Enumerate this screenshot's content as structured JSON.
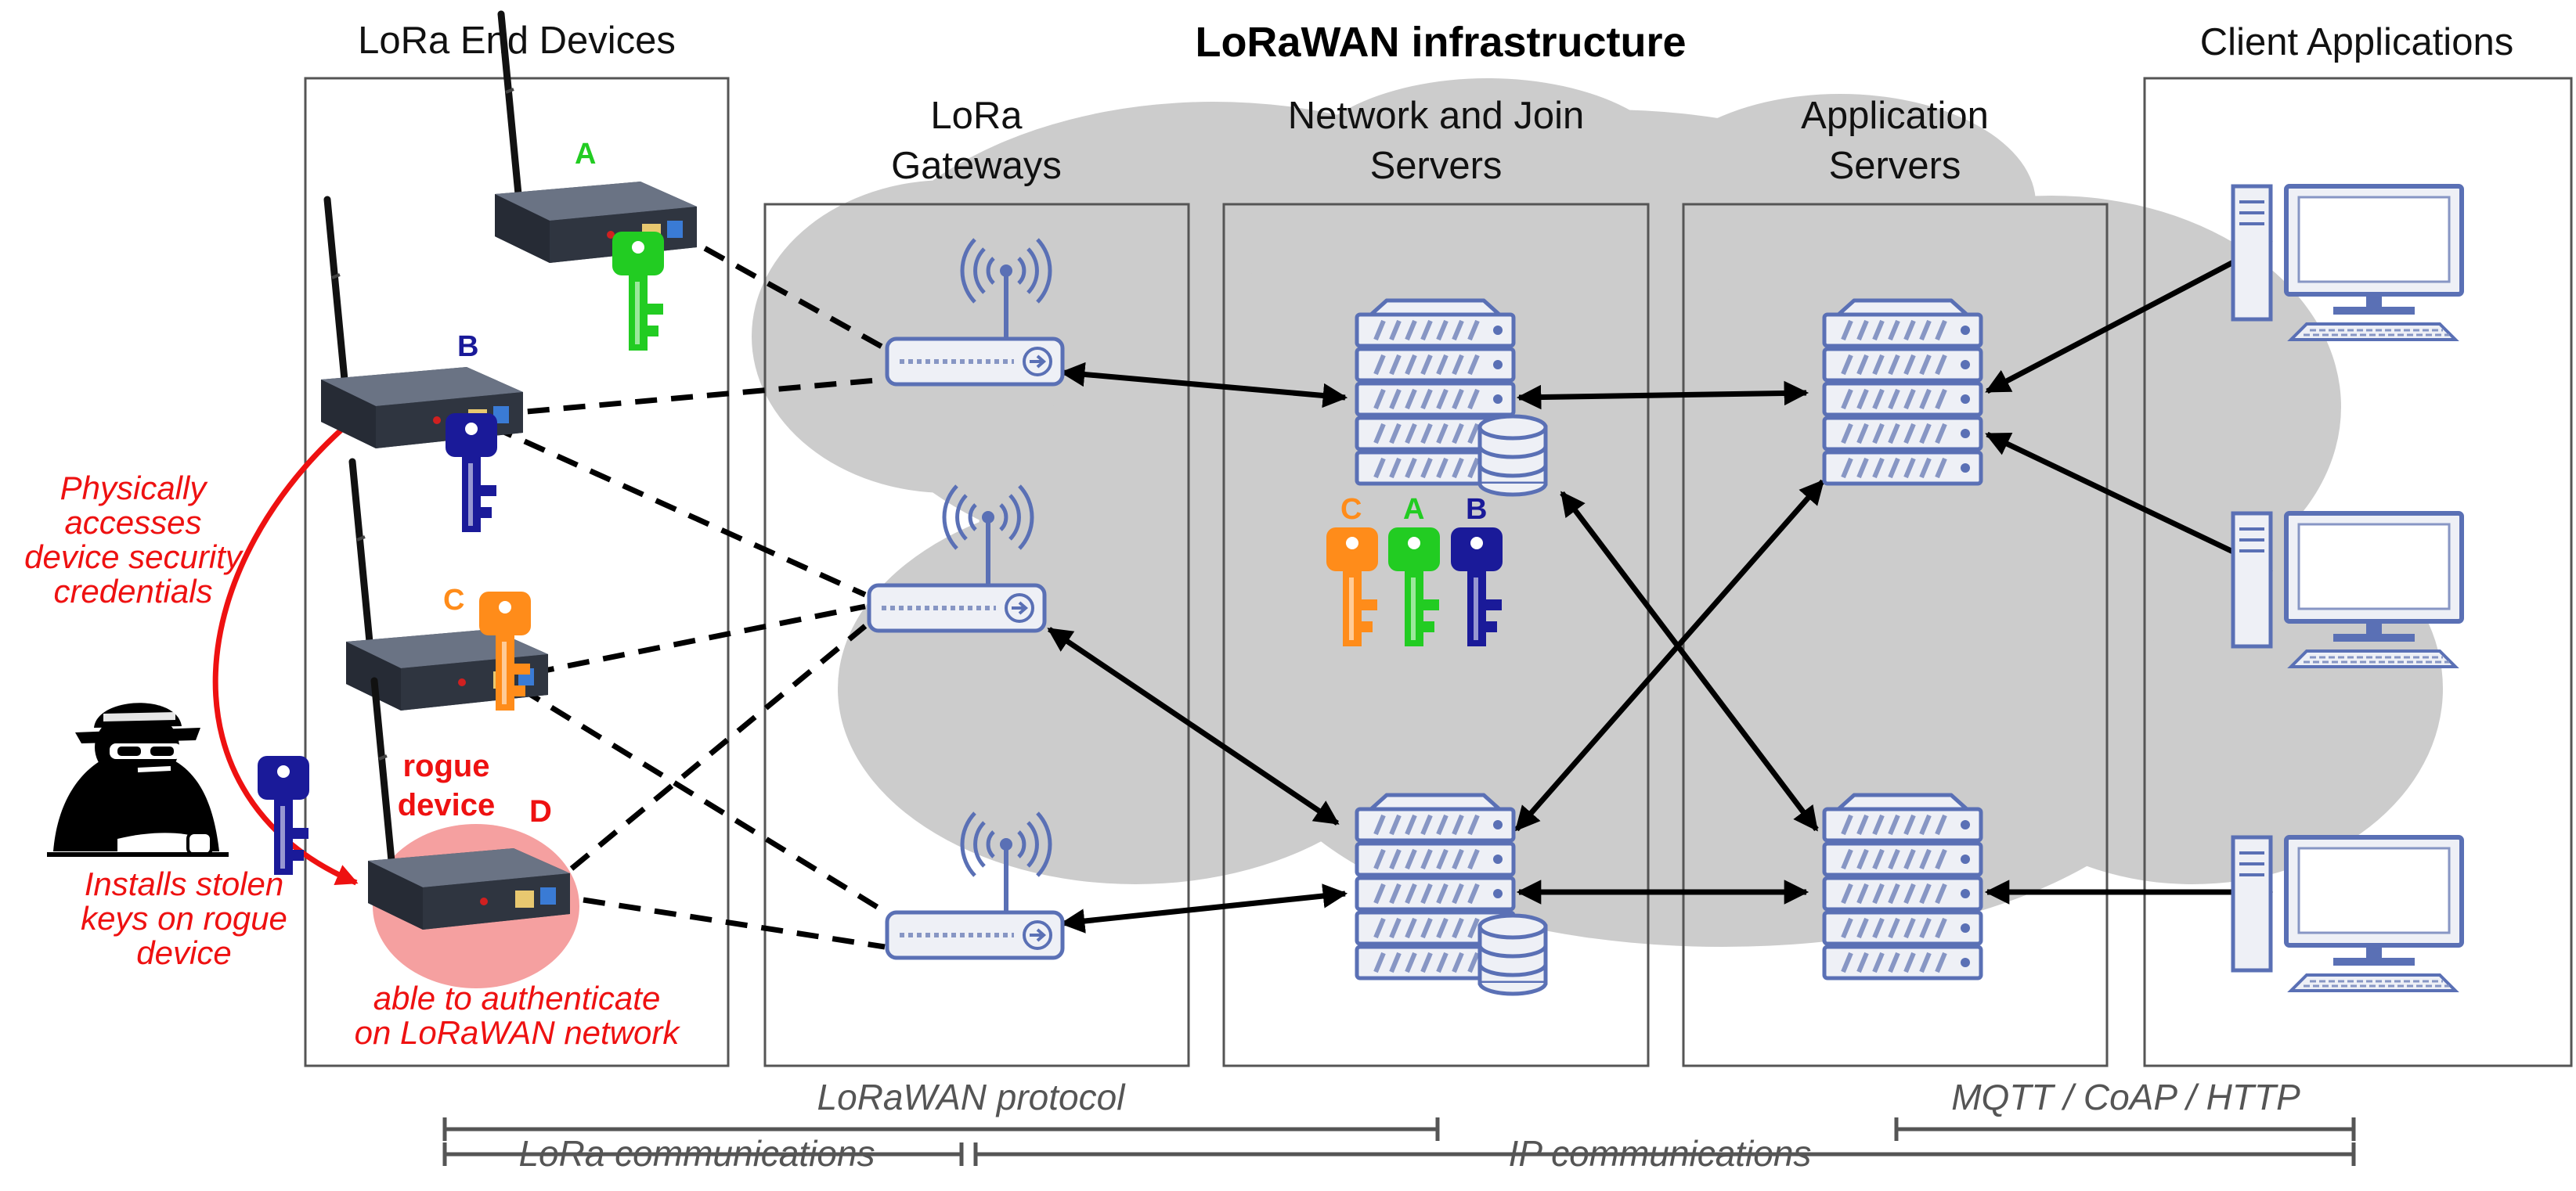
{
  "title": "LoRaWAN infrastructure",
  "columns": {
    "end_devices": "LoRa End Devices",
    "gateways": [
      "LoRa",
      "Gateways"
    ],
    "network_join": [
      "Network and Join",
      "Servers"
    ],
    "app_servers": [
      "Application",
      "Servers"
    ],
    "clients": "Client Applications"
  },
  "devices": {
    "a": "A",
    "b": "B",
    "c": "C",
    "d": "D",
    "rogue": [
      "rogue",
      "device"
    ]
  },
  "server_keys": [
    "C",
    "A",
    "B"
  ],
  "annotations": {
    "physically": [
      "Physically",
      "accesses",
      "device security",
      "credentials"
    ],
    "installs": [
      "Installs stolen",
      "keys on rogue",
      "device"
    ],
    "able": [
      "able to authenticate",
      "on LoRaWAN network"
    ]
  },
  "protocols": {
    "lorawan": "LoRaWAN protocol",
    "lora_comm": "LoRa communications",
    "ip_comm": "IP communications",
    "mqtt": "MQTT / CoAP / HTTP"
  },
  "colors": {
    "key_a": "#22cc22",
    "key_b": "#1a1a99",
    "key_c": "#ff8c1a",
    "annotation_red": "#ee1111",
    "equipment_blue": "#5a70b5",
    "cloud_grey": "#cccccc"
  },
  "icons": [
    "lora-end-device-icon",
    "key-icon",
    "gateway-icon",
    "server-rack-icon",
    "database-icon",
    "desktop-computer-icon",
    "hacker-icon"
  ]
}
